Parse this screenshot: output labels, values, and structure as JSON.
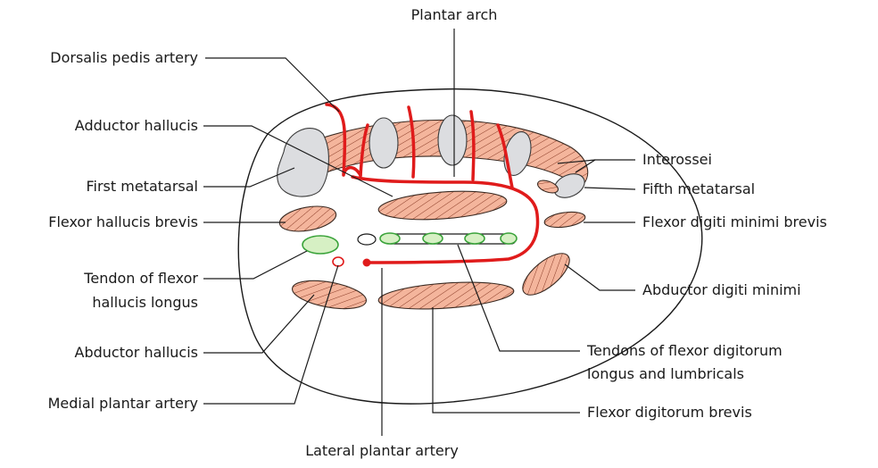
{
  "labels": {
    "plantar_arch": "Plantar arch",
    "dorsalis_pedis_artery": "Dorsalis pedis artery",
    "adductor_hallucis": "Adductor hallucis",
    "first_metatarsal": "First metatarsal",
    "flexor_hallucis_brevis": "Flexor hallucis brevis",
    "tendon_fhl_line1": "Tendon of flexor",
    "tendon_fhl_line2": "hallucis longus",
    "abductor_hallucis": "Abductor hallucis",
    "medial_plantar_artery": "Medial plantar artery",
    "lateral_plantar_artery": "Lateral plantar artery",
    "interossei": "Interossei",
    "fifth_metatarsal": "Fifth metatarsal",
    "flexor_digiti_minimi_brevis": "Flexor digiti minimi brevis",
    "abductor_digiti_minimi": "Abductor digiti minimi",
    "tendons_fdl_line1": "Tendons of flexor digitorum",
    "tendons_fdl_line2": "longus and lumbricals",
    "flexor_digitorum_brevis": "Flexor digitorum brevis"
  },
  "colors": {
    "artery": "#e01b1b",
    "muscle_fill": "#f4b59c",
    "muscle_hatch": "#8a3b26",
    "bone": "#dcdde0",
    "tendon_fill": "#d6f0c4",
    "tendon_stroke": "#3aa33a"
  }
}
